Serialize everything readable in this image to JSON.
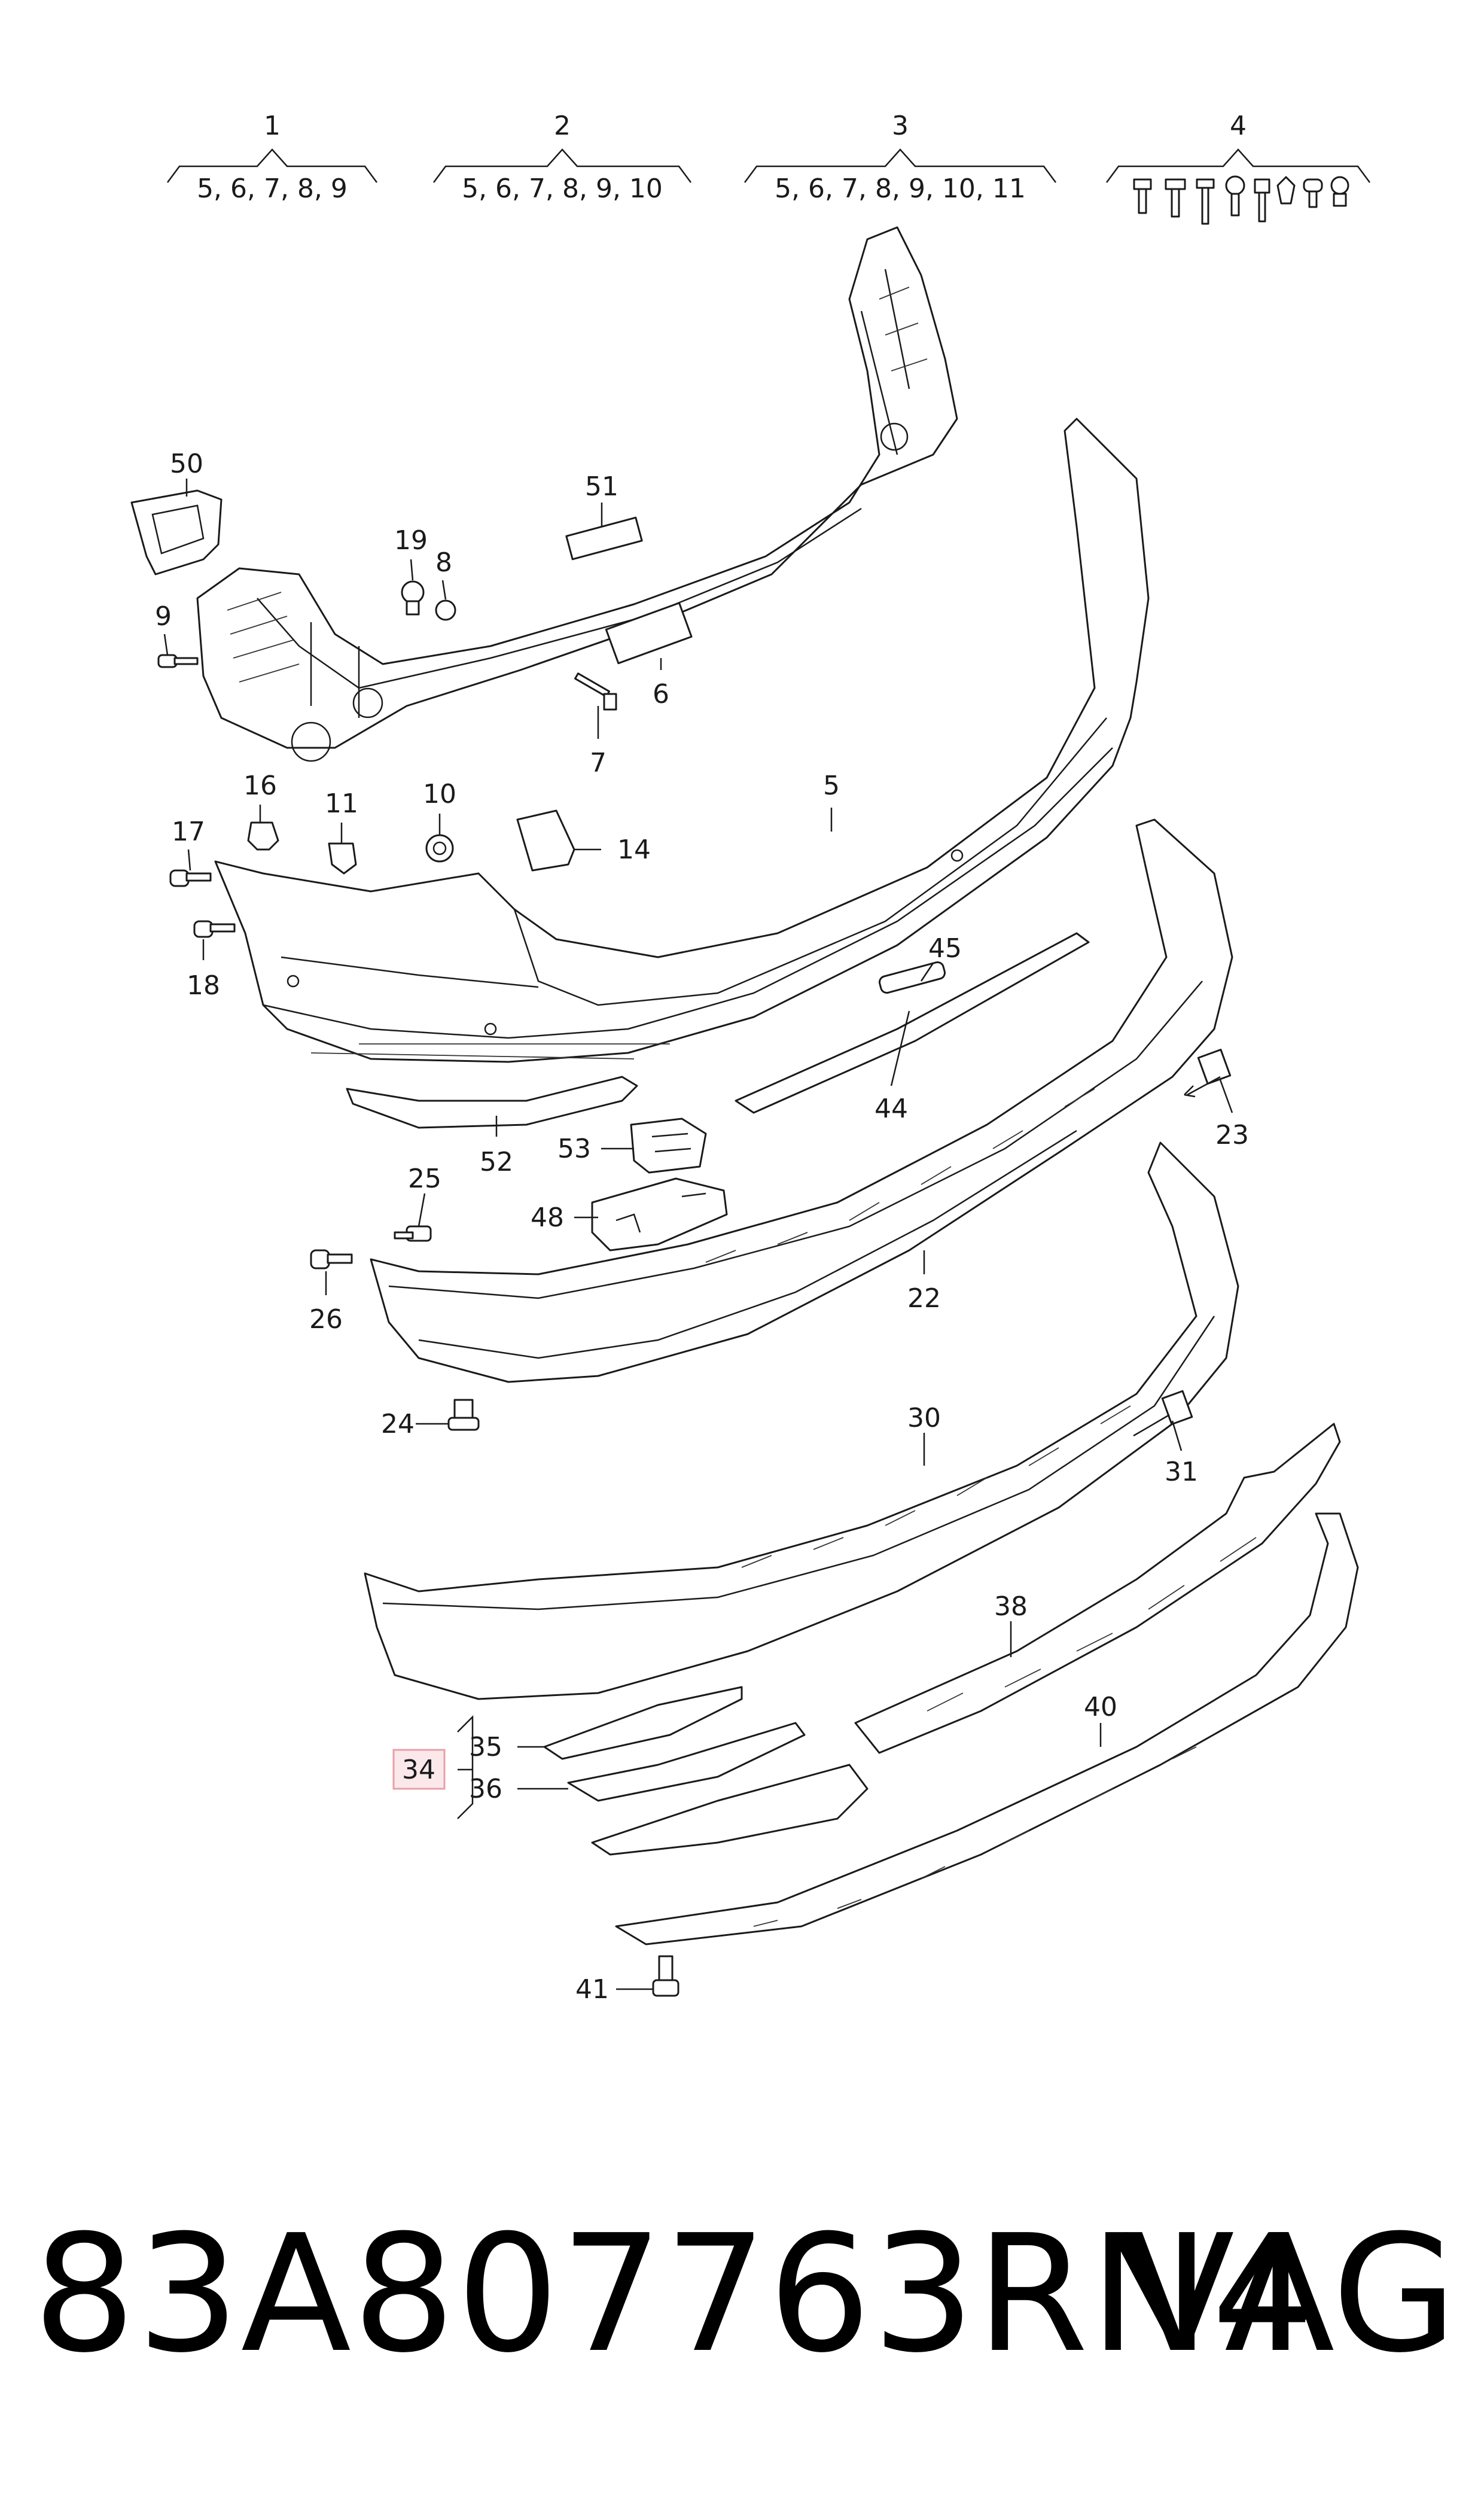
{
  "groups": [
    {
      "num": "1",
      "items": "5, 6, 7, 8, 9"
    },
    {
      "num": "2",
      "items": "5, 6, 7, 8, 9, 10"
    },
    {
      "num": "3",
      "items": "5, 6, 7, 8, 9, 10, 11"
    },
    {
      "num": "4",
      "items": ""
    }
  ],
  "callouts": {
    "c5": "5",
    "c6": "6",
    "c7": "7",
    "c8": "8",
    "c9": "9",
    "c10": "10",
    "c11": "11",
    "c14": "14",
    "c16": "16",
    "c17": "17",
    "c18": "18",
    "c19": "19",
    "c22": "22",
    "c23": "23",
    "c24": "24",
    "c25": "25",
    "c26": "26",
    "c30": "30",
    "c31": "31",
    "c34": "34",
    "c35": "35",
    "c36": "36",
    "c38": "38",
    "c40": "40",
    "c41": "41",
    "c44": "44",
    "c45": "45",
    "c48": "48",
    "c50": "50",
    "c51": "51",
    "c52": "52",
    "c53": "53"
  },
  "highlight_color": "#e8a0a8",
  "footer": {
    "part_number": "83A807763RN4",
    "brand": "VAG"
  }
}
